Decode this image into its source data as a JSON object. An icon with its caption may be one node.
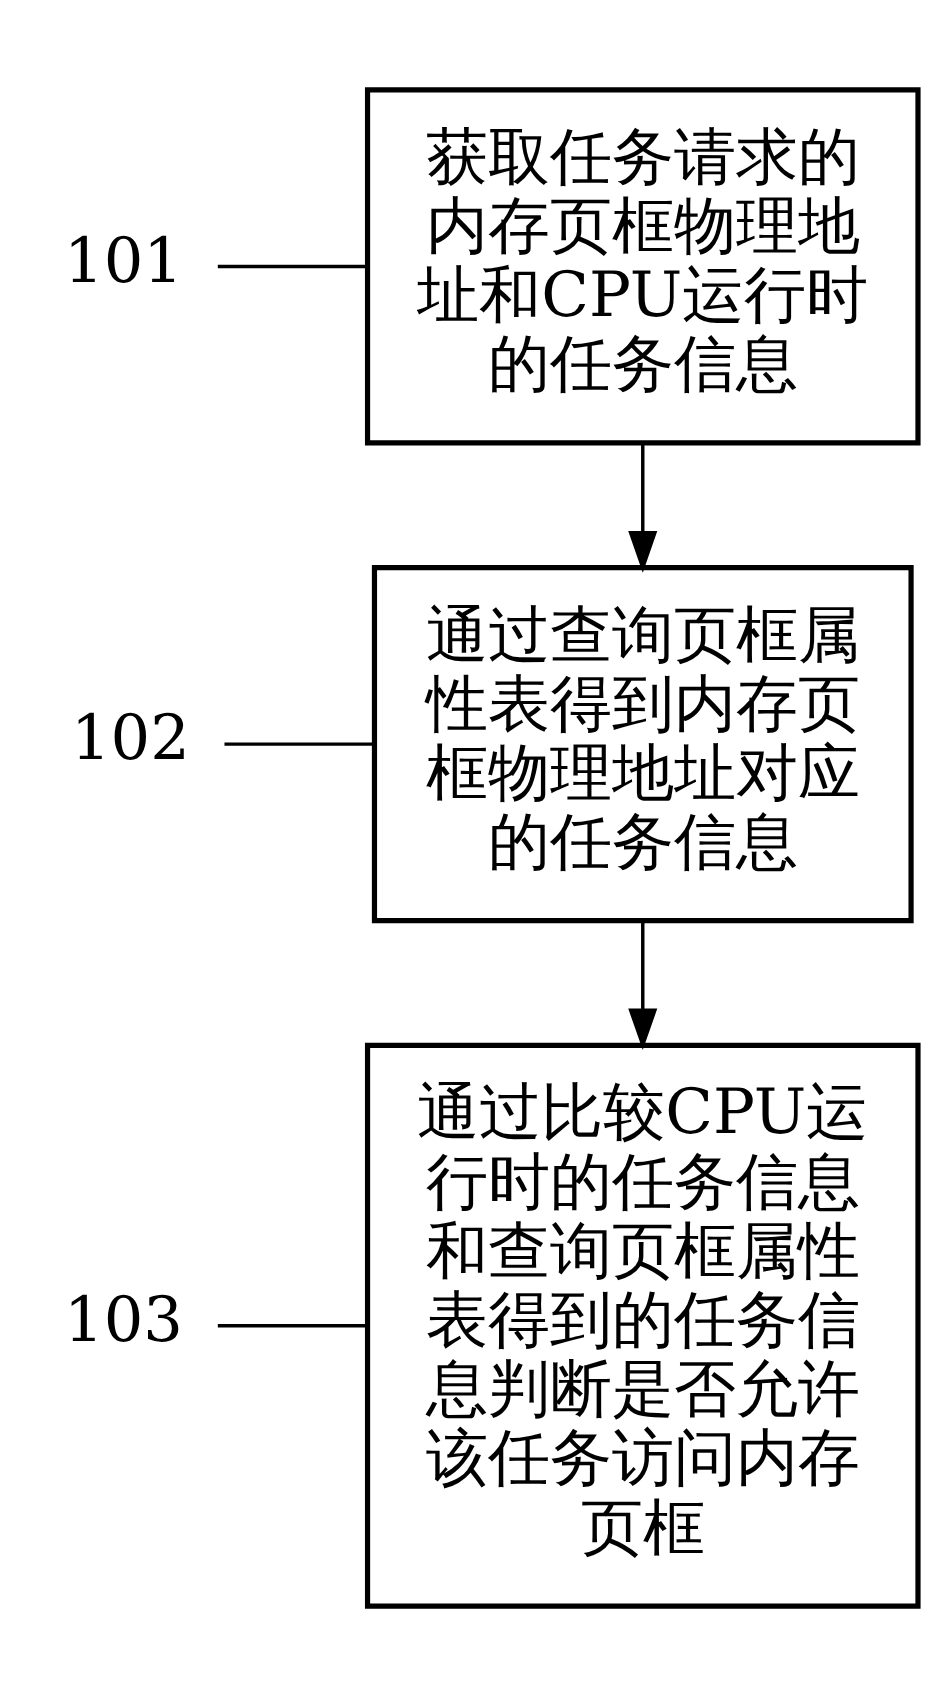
{
  "diagram": {
    "nodes": [
      {
        "text": [
          "获取任务请求的内存页框物理地址和CPU运行时的任务信息"
        ]
      },
      {
        "text": [
          "通过查询页框属性表得到内存页框物理地址对应的任务信息"
        ]
      },
      {
        "text": [
          "通过比较CPU运行时的任务信息和查询页框属性表得到的任务信息判断是否允许该任务访问内存页框"
        ]
      },
      {
        "text": [
          "101"
        ]
      },
      {
        "text": [
          "102"
        ]
      },
      {
        "text": [
          "103"
        ]
      }
    ],
    "edges": [
      {
        "from": 0,
        "to": 1,
        "arrow": "to"
      },
      {
        "from": 1,
        "to": 2,
        "arrow": "to"
      },
      {
        "from": 3,
        "to": 0,
        "arrow": "none"
      },
      {
        "from": 4,
        "to": 1,
        "arrow": "none"
      },
      {
        "from": 5,
        "to": 2,
        "arrow": "none"
      }
    ]
  }
}
